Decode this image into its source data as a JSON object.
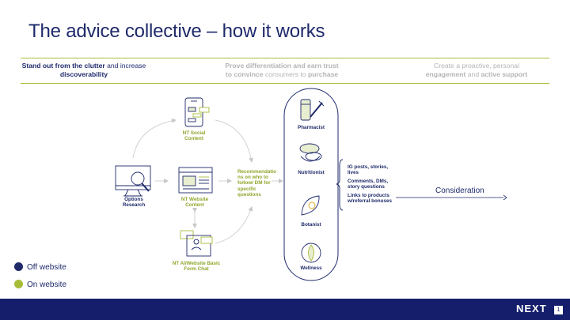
{
  "title": "The advice collective – how it works",
  "band": {
    "col1": {
      "b1": "Stand out from the clutter",
      "t1": " and increase ",
      "b2": "discoverability"
    },
    "col2": {
      "b1": "Prove differentiation and earn trust",
      "b2": "to convince",
      "t1": " consumers to ",
      "b3": "purchase"
    },
    "col3": {
      "t1": "Create a proactive, personal",
      "b1": "engagement",
      "t2": " and ",
      "b2": "active support"
    }
  },
  "nodes": {
    "social": "NT Social Content",
    "website": "NT Website Content",
    "options": "Options Research",
    "chat": "NT AI/Website Basic Form Chat",
    "recommend": "Recommendatio ns on who to follow/ DM for specific questions"
  },
  "experts": [
    "Pharmacist",
    "Nutritionist",
    "Botanist",
    "Wellness"
  ],
  "actions": [
    "IG posts, stories, lives",
    "Comments, DMs, story questions",
    "Links to products w/referral bonuses"
  ],
  "consideration": "Consideration",
  "legend": [
    {
      "label": "Off website",
      "color": "#1f2a6b"
    },
    {
      "label": "On website",
      "color": "#a7bd3a"
    }
  ],
  "footer": {
    "logo": "NEXT",
    "page": "1"
  }
}
